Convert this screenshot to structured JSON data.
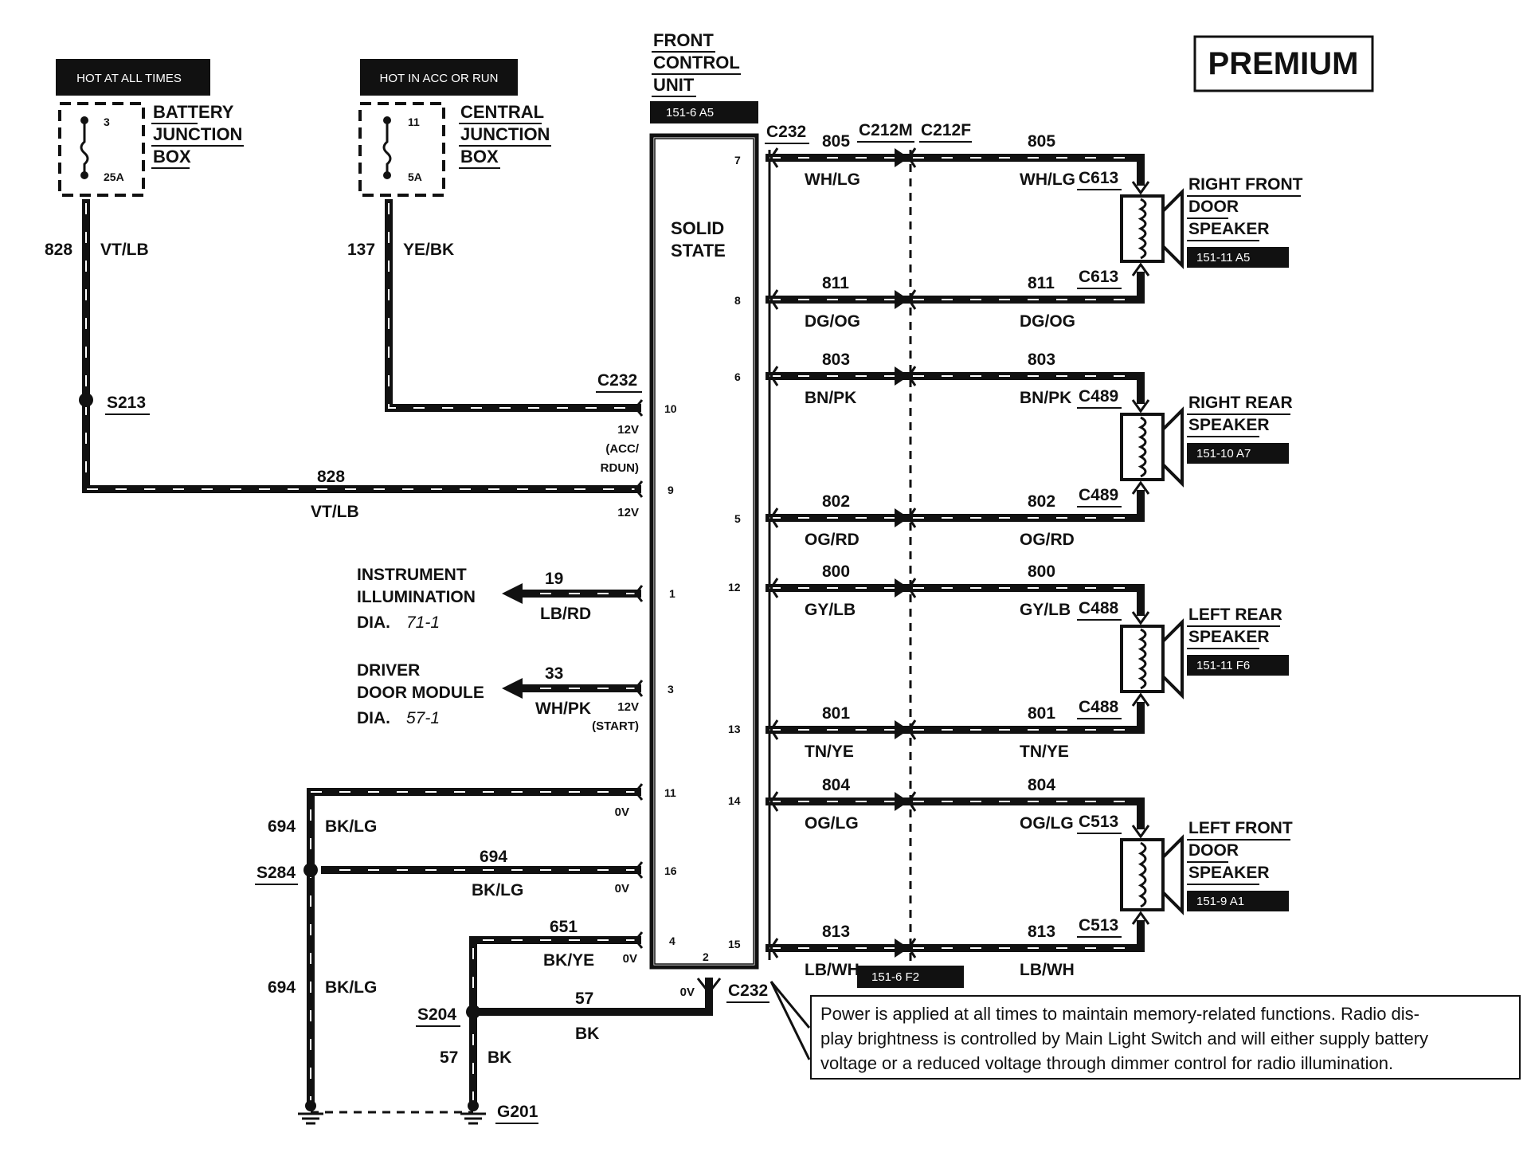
{
  "page": {
    "badge": "PREMIUM",
    "note": [
      "Power is applied at all times to maintain memory-related functions.  Radio dis-",
      "play brightness is controlled by Main Light Switch and will either supply battery",
      "voltage or a reduced voltage through dimmer control for radio illumination."
    ]
  },
  "power_sources": {
    "left": {
      "header": "HOT AT ALL TIMES",
      "fuse_num": "3",
      "fuse_amp": "25A",
      "label_lines": [
        "BATTERY",
        "JUNCTION",
        "BOX"
      ],
      "circuit": "828",
      "color": "VT/LB"
    },
    "right": {
      "header": "HOT IN ACC OR RUN",
      "fuse_num": "11",
      "fuse_amp": "5A",
      "label_lines": [
        "CENTRAL",
        "JUNCTION",
        "BOX"
      ],
      "circuit": "137",
      "color": "YE/BK"
    }
  },
  "fcu": {
    "title_lines": [
      "FRONT",
      "CONTROL",
      "UNIT"
    ],
    "ref": "151-6 A5",
    "inner_lines": [
      "SOLID",
      "STATE"
    ]
  },
  "left_side": {
    "c232": "C232",
    "s213": "S213",
    "w828_num": "828",
    "w828_color": "VT/LB",
    "volt_12v_a": "12V",
    "acc_lines": [
      "(ACC/",
      "RDUN)"
    ],
    "volt_12v_b": "12V",
    "instr_lines": [
      "INSTRUMENT",
      "ILLUMINATION"
    ],
    "instr_dia": "DIA.",
    "instr_dia_ref": "71-1",
    "w19_num": "19",
    "w19_color": "LB/RD",
    "driver_lines": [
      "DRIVER",
      "DOOR MODULE"
    ],
    "driver_dia": "DIA.",
    "driver_dia_ref": "57-1",
    "w33_num": "33",
    "w33_color": "WH/PK",
    "volt_12v_c": "12V",
    "start": "(START)",
    "w694a_num": "694",
    "w694a_color": "BK/LG",
    "volt_0v_a": "0V",
    "s284": "S284",
    "w694b_num": "694",
    "w694b_color": "BK/LG",
    "volt_0v_b": "0V",
    "w694c_num": "694",
    "w694c_color": "BK/LG",
    "w651_num": "651",
    "w651_color": "BK/YE",
    "volt_0v_c": "0V",
    "s204": "S204",
    "w57_num": "57",
    "w57_color": "BK",
    "w57v_num": "57",
    "w57v_color": "BK",
    "volt_0v_d": "0V",
    "c232_bottom": "C232",
    "g201": "G201"
  },
  "pins_left": [
    "10",
    "9",
    "1",
    "3",
    "11",
    "16",
    "4",
    "2"
  ],
  "pins_right": [
    "7",
    "8",
    "6",
    "5",
    "12",
    "13",
    "14",
    "15"
  ],
  "connectors": {
    "c232": "C232",
    "c212m": "C212M",
    "c212f": "C212F"
  },
  "speaker_wires": [
    {
      "num": "805",
      "color": "WH/LG"
    },
    {
      "num": "811",
      "color": "DG/OG"
    },
    {
      "num": "803",
      "color": "BN/PK"
    },
    {
      "num": "802",
      "color": "OG/RD"
    },
    {
      "num": "800",
      "color": "GY/LB"
    },
    {
      "num": "801",
      "color": "TN/YE"
    },
    {
      "num": "804",
      "color": "OG/LG"
    },
    {
      "num": "813",
      "color": "LB/WH"
    }
  ],
  "ref_151_6_f2": "151-6 F2",
  "speakers": [
    {
      "conn": "C613",
      "lines": [
        "RIGHT FRONT",
        "DOOR",
        "SPEAKER"
      ],
      "ref": "151-11 A5"
    },
    {
      "conn": "C489",
      "lines": [
        "RIGHT REAR",
        "SPEAKER"
      ],
      "ref": "151-10 A7"
    },
    {
      "conn": "C488",
      "lines": [
        "LEFT REAR",
        "SPEAKER"
      ],
      "ref": "151-11 F6"
    },
    {
      "conn": "C513",
      "lines": [
        "LEFT FRONT",
        "DOOR",
        "SPEAKER"
      ],
      "ref": "151-9 A1"
    }
  ]
}
